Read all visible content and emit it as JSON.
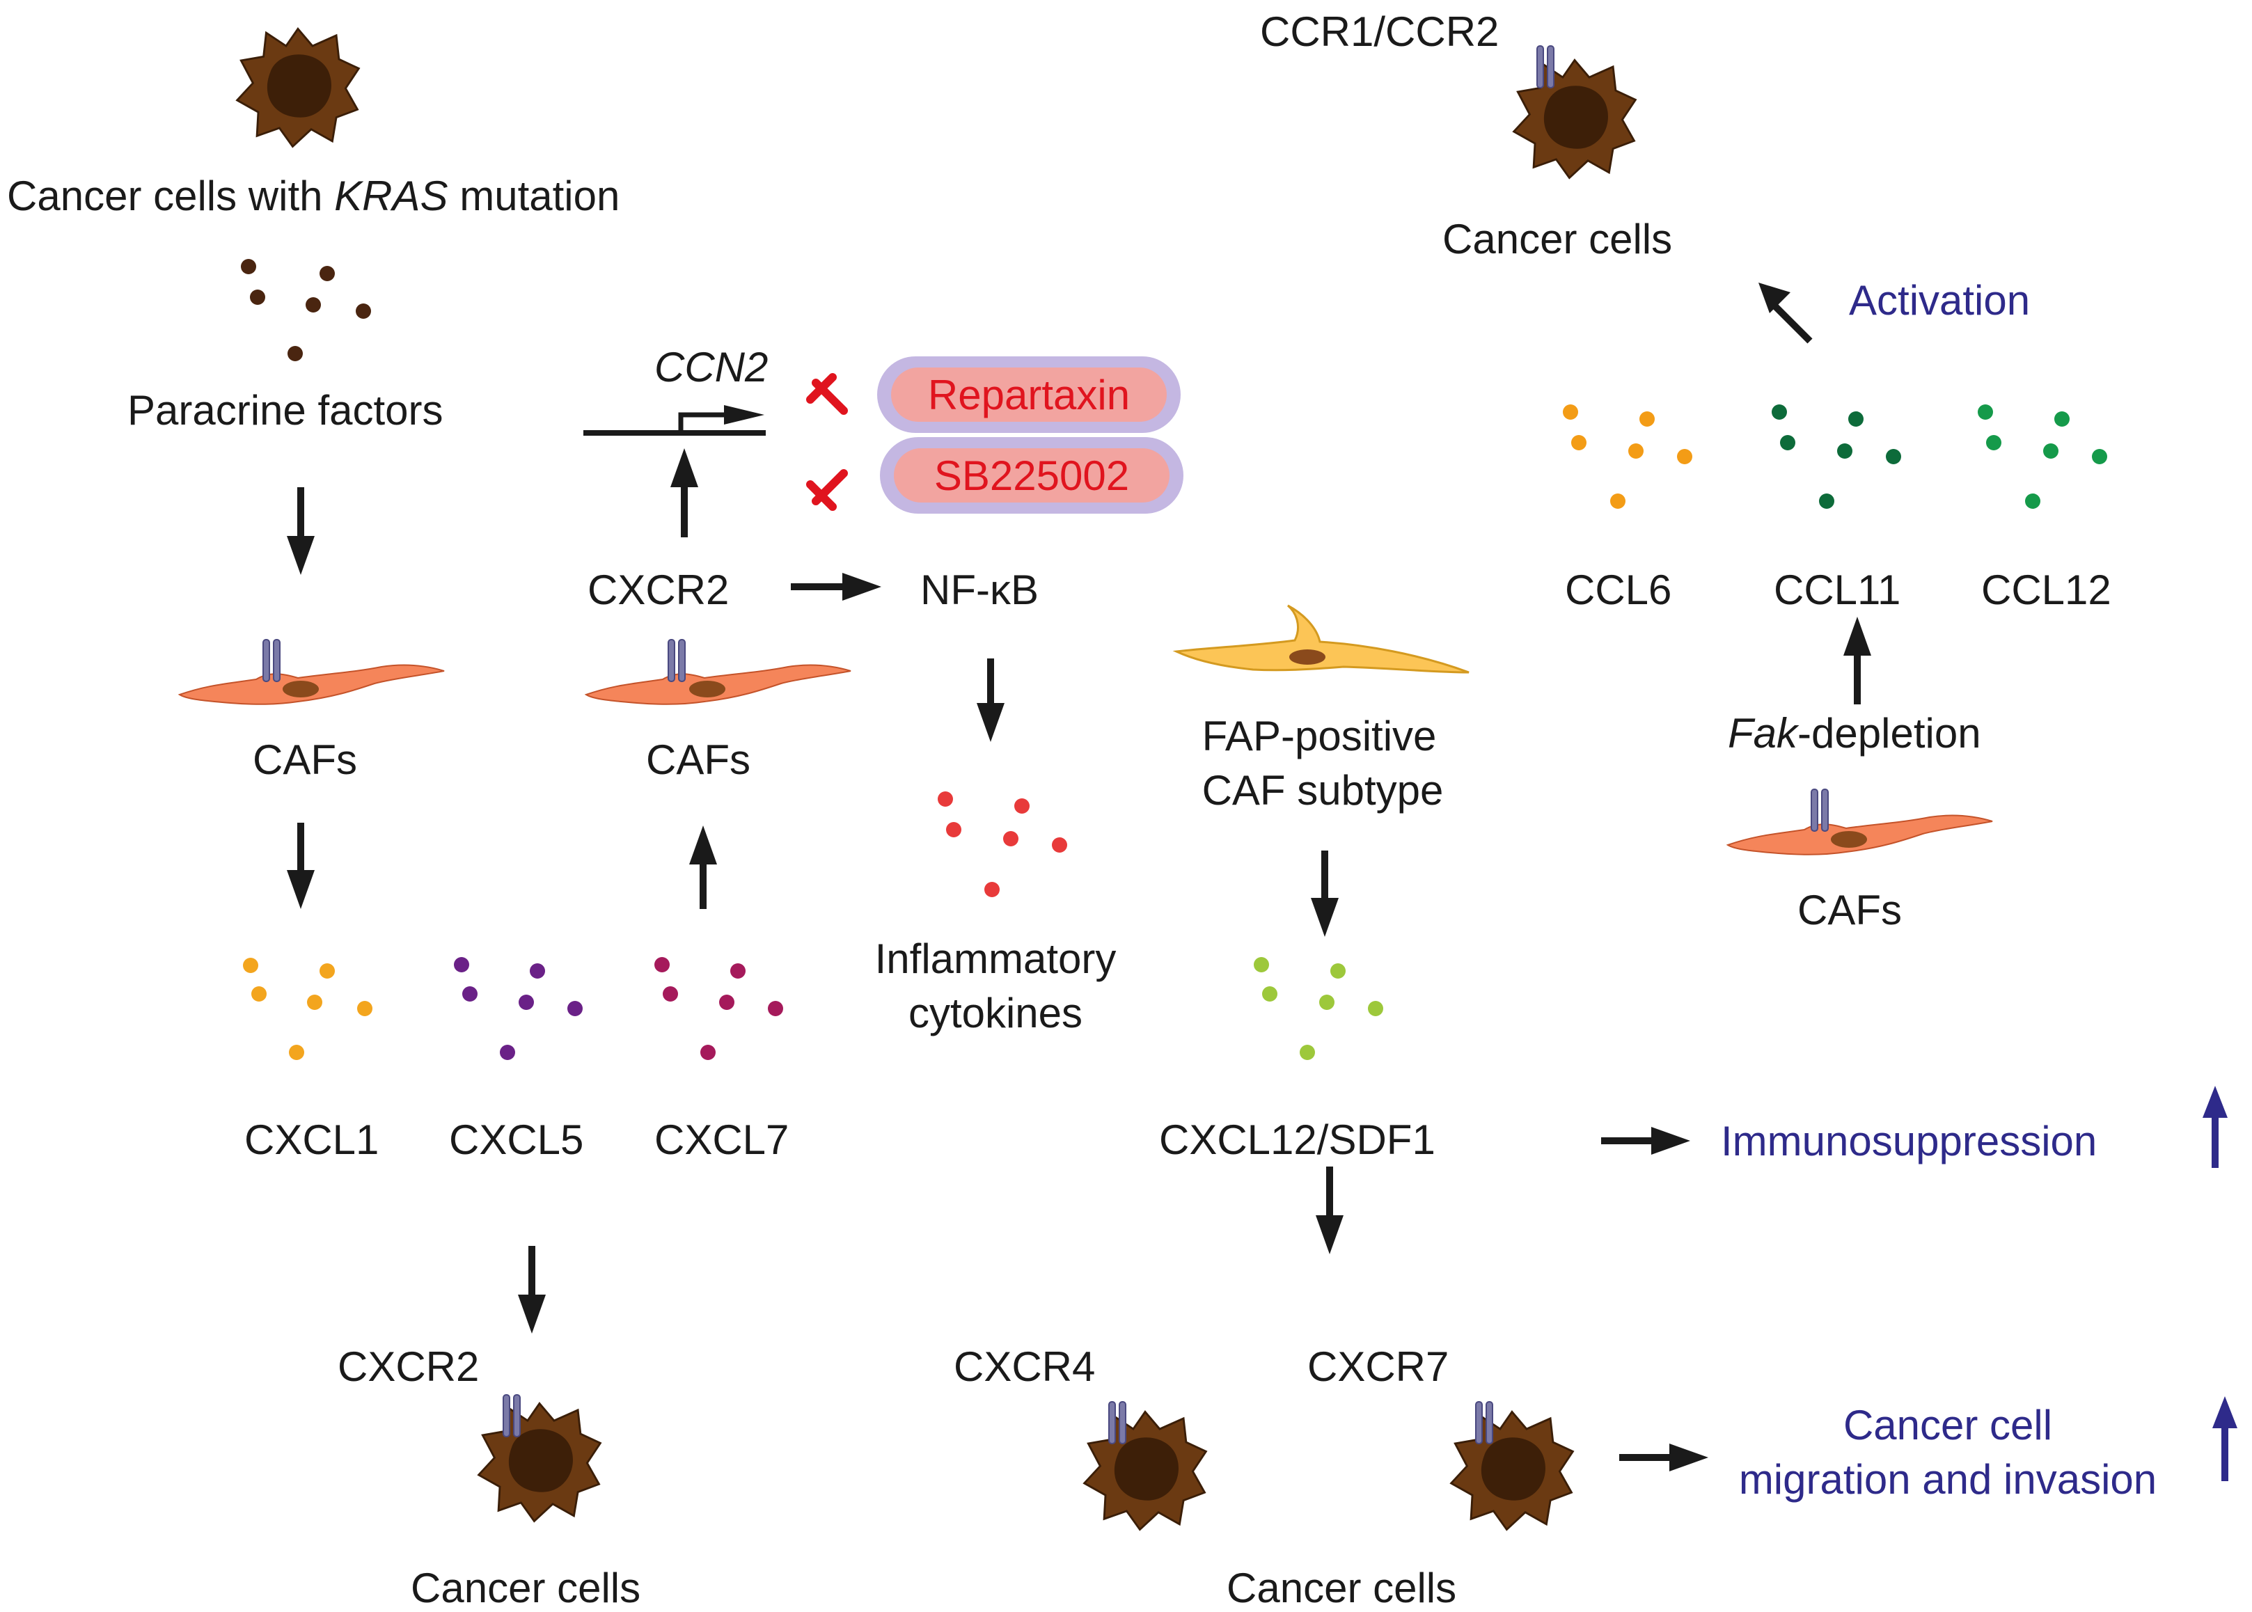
{
  "colors": {
    "cancer_cell_outer": "#6b3a12",
    "cancer_cell_inner": "#3d1f08",
    "caf_body": "#f5855a",
    "caf_nucleus": "#8a4a1c",
    "fap_caf_body": "#fcc556",
    "receptor": "#7b7aa8",
    "inhibitor_bar": "#e0141e",
    "pill_outer": "#c4b7e2",
    "pill_inner": "#f2a4a0",
    "accent_text": "#2e2a8a",
    "cxcl1_dots": "#f3a51e",
    "cxcl5_dots": "#6a2187",
    "cxcl7_dots": "#a51a5b",
    "inflammatory_dots": "#e83a3a",
    "cxcl12_dots": "#9dc83b",
    "ccl6_dots": "#f39c16",
    "ccl11_dots": "#0d6b3a",
    "ccl12_dots": "#159a4a"
  },
  "labels": {
    "kras_prefix": "Cancer cells with ",
    "kras_gene": "KRAS",
    "kras_suffix": " mutation",
    "paracrine": "Paracrine factors",
    "cafs_left": "CAFs",
    "cafs_middle": "CAFs",
    "cafs_right": "CAFs",
    "cxcl1": "CXCL1",
    "cxcl5": "CXCL5",
    "cxcl7": "CXCL7",
    "cxcr2_bottom": "CXCR2",
    "cancer_cells_bottom_left": "Cancer cells",
    "ccn2": "CCN2",
    "cxcr2_middle": "CXCR2",
    "nfkb": "NF-κB",
    "repartaxin": "Repartaxin",
    "sb225002": "SB225002",
    "inflammatory_line1": "Inflammatory",
    "inflammatory_line2": "cytokines",
    "fap_line1": "FAP-positive",
    "fap_line2": "CAF subtype",
    "cxcl12": "CXCL12/SDF1",
    "immunosuppression": "Immunosuppression",
    "cxcr4": "CXCR4",
    "cxcr7": "CXCR7",
    "cancer_cells_bottom_middle": "Cancer cells",
    "migration_line1": "Cancer cell",
    "migration_line2": "migration and invasion",
    "ccr": "CCR1/CCR2",
    "cancer_cells_top_right": "Cancer cells",
    "activation": "Activation",
    "ccl6": "CCL6",
    "ccl11": "CCL11",
    "ccl12": "CCL12",
    "fak_gene": "Fak",
    "fak_suffix": "-depletion"
  }
}
